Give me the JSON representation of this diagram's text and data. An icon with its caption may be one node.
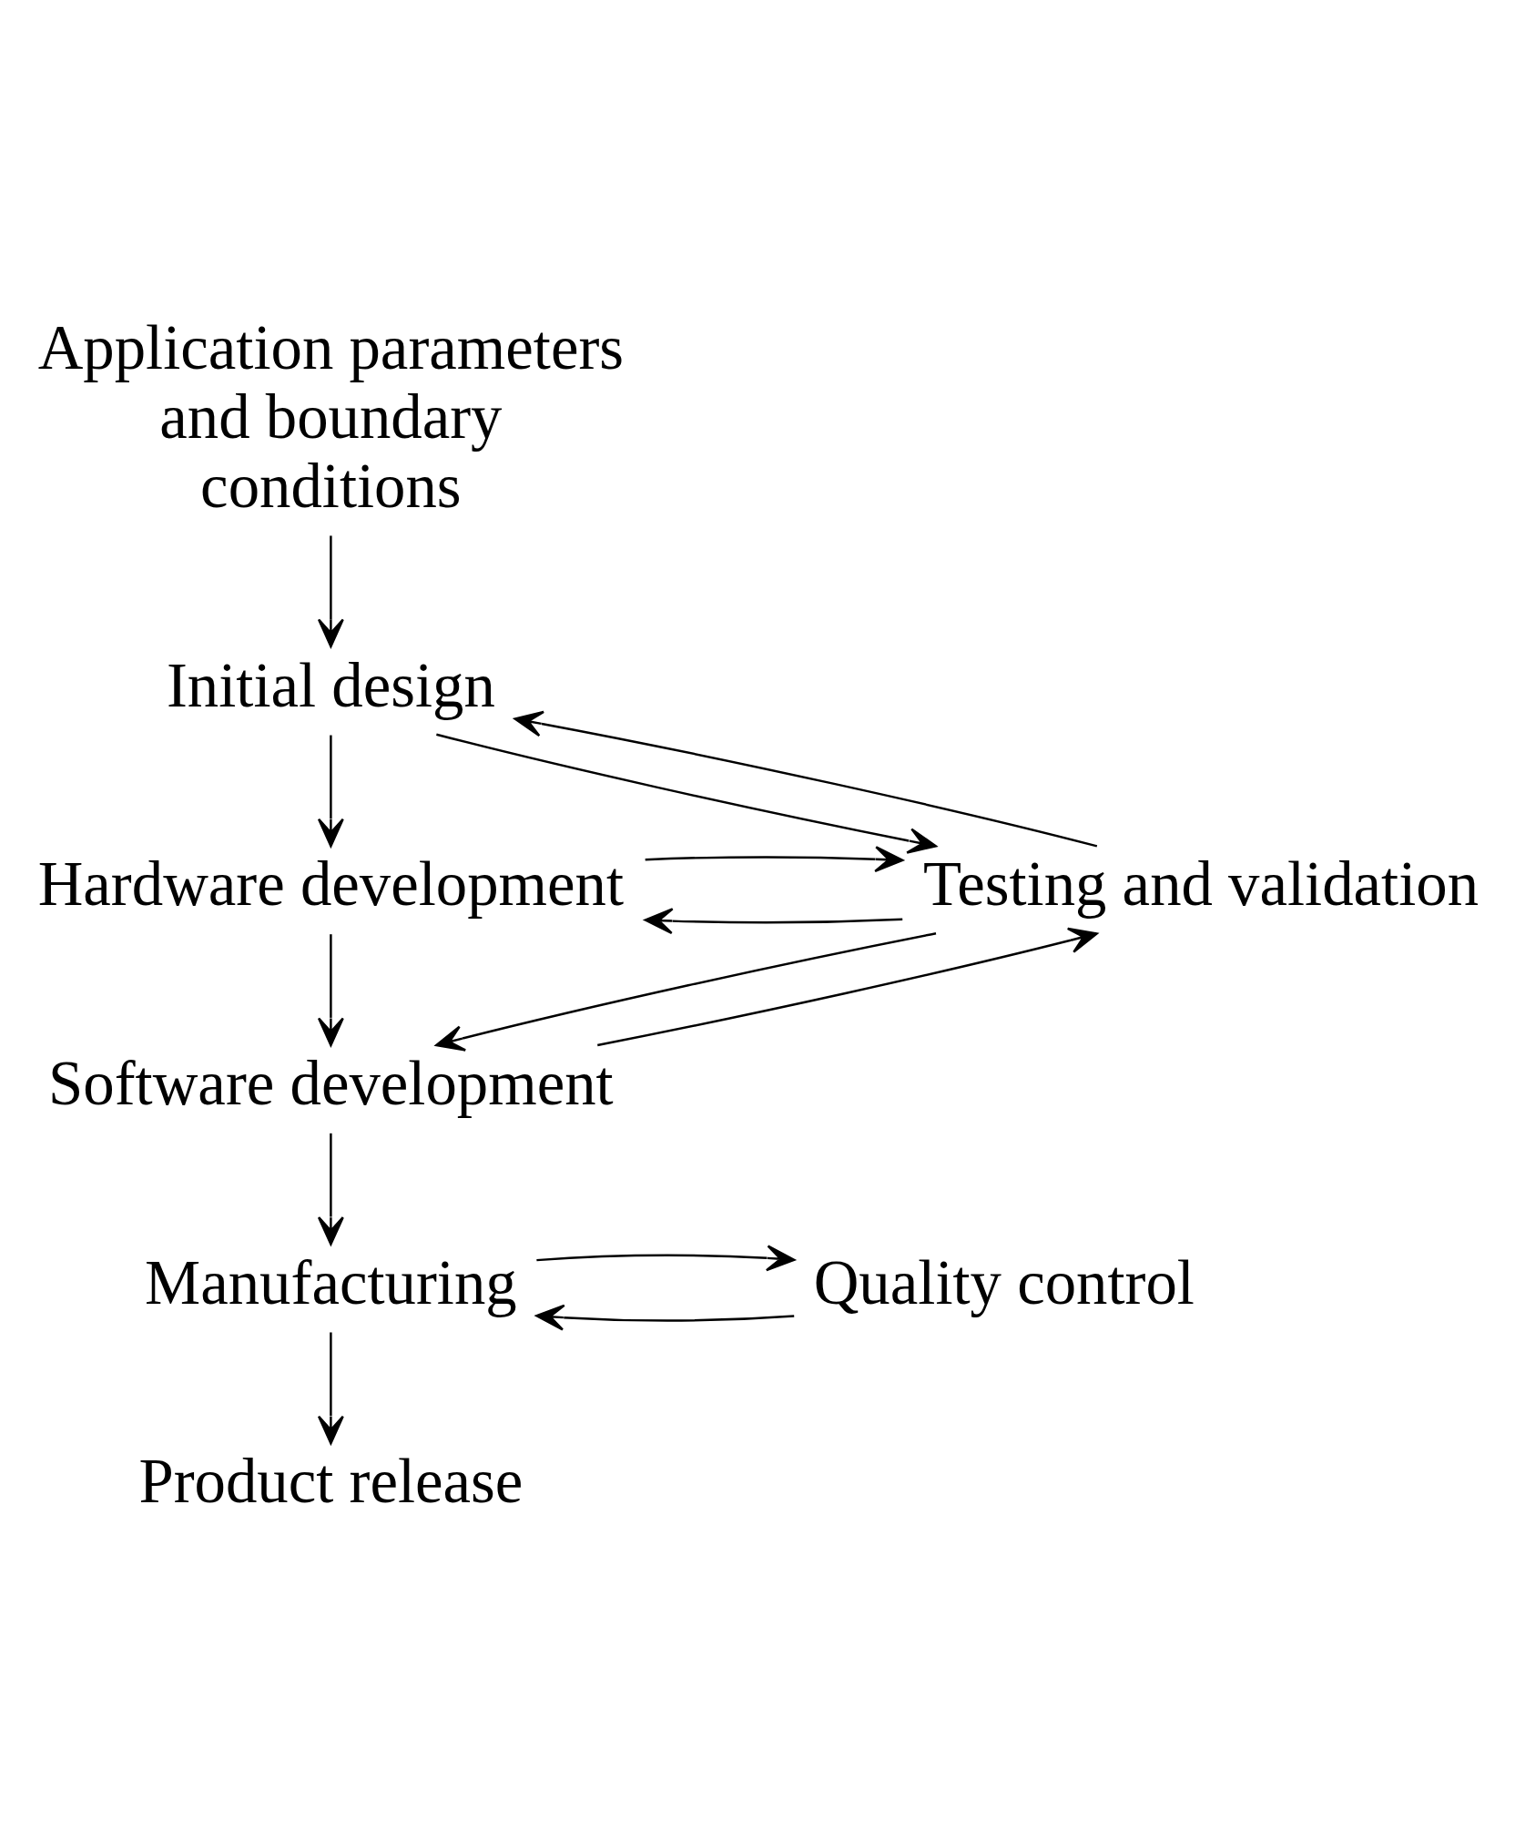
{
  "diagram": {
    "nodes": [
      {
        "text": [
          "Application parameters and boundary conditions"
        ]
      },
      {
        "text": [
          "Initial design"
        ]
      },
      {
        "text": [
          "Hardware development"
        ]
      },
      {
        "text": [
          "Software development"
        ]
      },
      {
        "text": [
          "Manufacturing"
        ]
      },
      {
        "text": [
          "Product release"
        ]
      },
      {
        "text": [
          "Testing and validation"
        ]
      },
      {
        "text": [
          "Quality control"
        ]
      }
    ],
    "edges": [
      {
        "from": 0,
        "to": 1,
        "arrow": "to"
      },
      {
        "from": 1,
        "to": 2,
        "arrow": "to"
      },
      {
        "from": 2,
        "to": 3,
        "arrow": "to"
      },
      {
        "from": 3,
        "to": 4,
        "arrow": "to"
      },
      {
        "from": 4,
        "to": 5,
        "arrow": "to"
      },
      {
        "from": 1,
        "to": 6,
        "arrow": "to"
      },
      {
        "from": 6,
        "to": 1,
        "arrow": "to"
      },
      {
        "from": 6,
        "to": 2,
        "arrow": "to"
      },
      {
        "from": 2,
        "to": 6,
        "arrow": "to"
      },
      {
        "from": 6,
        "to": 3,
        "arrow": "to"
      },
      {
        "from": 3,
        "to": 6,
        "arrow": "to"
      },
      {
        "from": 7,
        "to": 4,
        "arrow": "to"
      },
      {
        "from": 4,
        "to": 7,
        "arrow": "to"
      }
    ]
  }
}
